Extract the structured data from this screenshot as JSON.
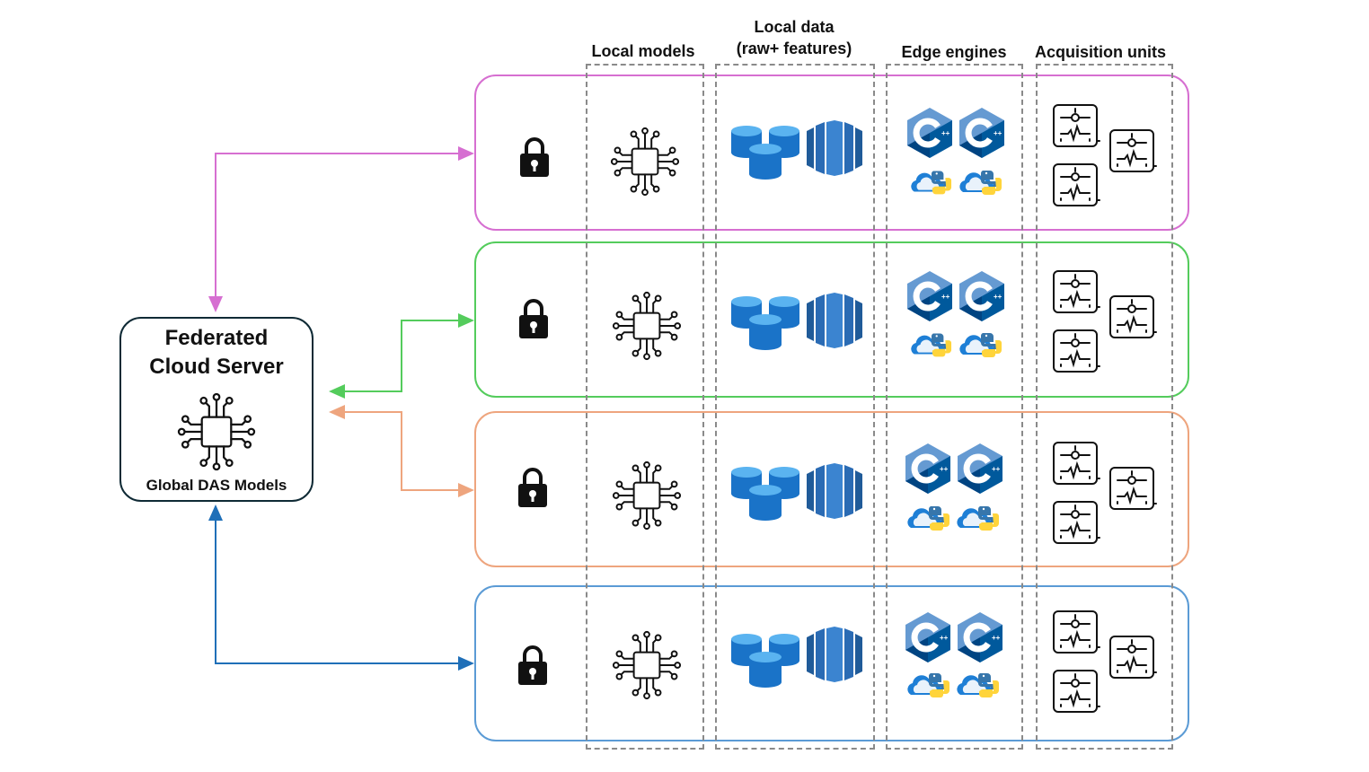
{
  "columns": {
    "local_models": "Local models",
    "local_data_line1": "Local data",
    "local_data_line2": "(raw+ features)",
    "edge_engines": "Edge engines",
    "acquisition_units": "Acquisition units"
  },
  "server": {
    "title_line1": "Federated",
    "title_line2": "Cloud Server",
    "subtitle": "Global DAS Models"
  },
  "colors": {
    "row1": "#d66fd1",
    "row2": "#54cc5c",
    "row3": "#eea57e",
    "row4": "#5b9bd5",
    "arrow4": "#1f6fb8",
    "dash": "#8a8a8a",
    "db_blue": "#1a73c8"
  },
  "icons": [
    "lock-icon",
    "chip-icon",
    "database-icon",
    "redshift-icon",
    "cpp-icon",
    "python-cloud-icon",
    "sensor-unit-icon"
  ]
}
